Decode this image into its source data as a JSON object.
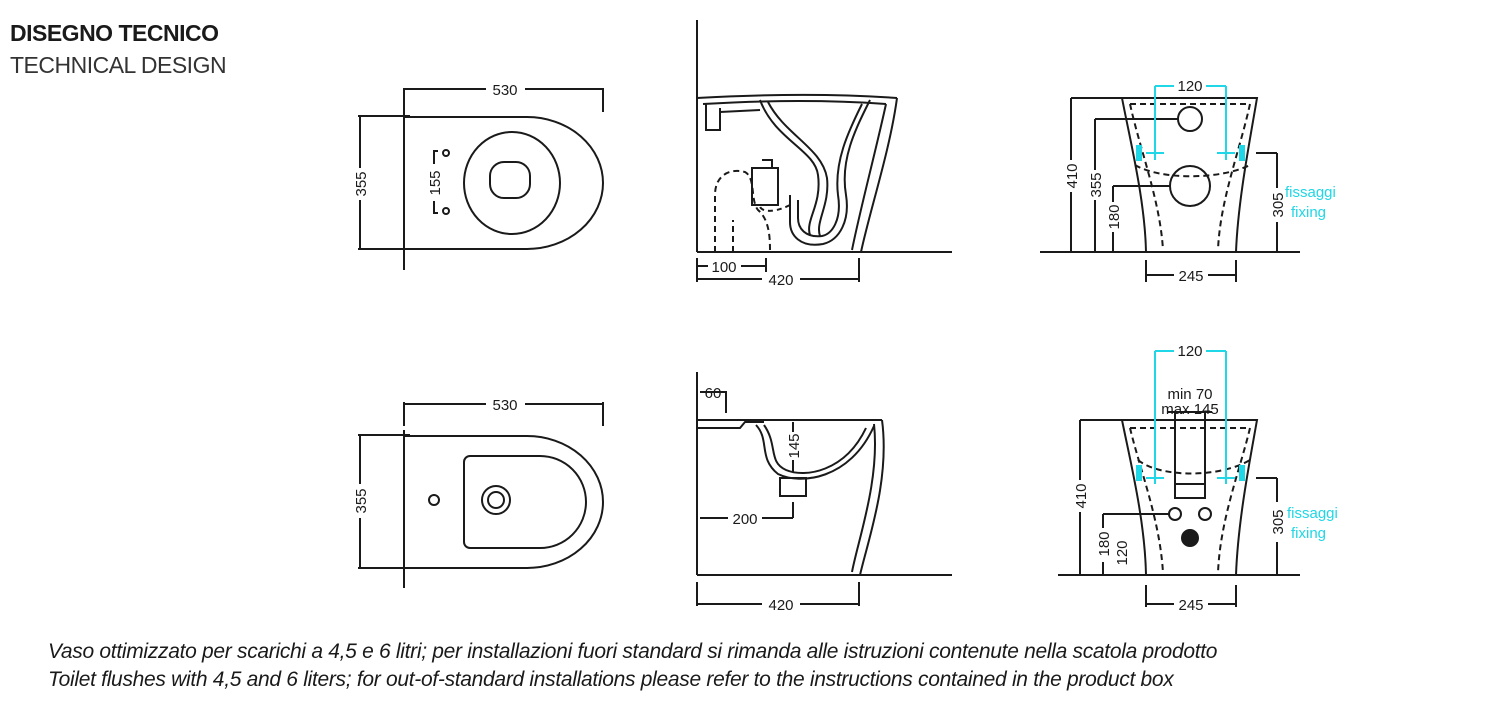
{
  "header": {
    "title_it": "DISEGNO TECNICO",
    "title_en": "TECHNICAL DESIGN"
  },
  "toilet": {
    "top": {
      "length": "530",
      "width": "355",
      "holes": "155"
    },
    "side": {
      "outlet": "100",
      "depth": "420"
    },
    "back": {
      "fix_distance": "120",
      "height": "410",
      "inlet_height": "355",
      "outlet_height": "180",
      "fixing_height": "305",
      "base_width": "245",
      "fixing_it": "fissaggi",
      "fixing_en": "fixing"
    }
  },
  "bidet": {
    "top": {
      "length": "530",
      "width": "355"
    },
    "side": {
      "rim": "60",
      "drain_depth": "145",
      "drain_offset": "200",
      "depth": "420"
    },
    "back": {
      "fix_distance": "120",
      "min": "min 70",
      "max": "max 145",
      "height": "410",
      "pipe_high": "180",
      "pipe_low": "120",
      "fixing_height": "305",
      "base_width": "245",
      "fixing_it": "fissaggi",
      "fixing_en": "fixing"
    }
  },
  "captions": {
    "italian": "Vaso ottimizzato per scarichi a 4,5 e 6 litri; per installazioni fuori standard si rimanda alle istruzioni contenute nella scatola prodotto",
    "english": "Toilet flushes with 4,5 and 6 liters; for out-of-standard installations please refer to the instructions contained in the product box"
  },
  "colors": {
    "line": "#1a1a1a",
    "fixing": "#1fd7e6"
  }
}
